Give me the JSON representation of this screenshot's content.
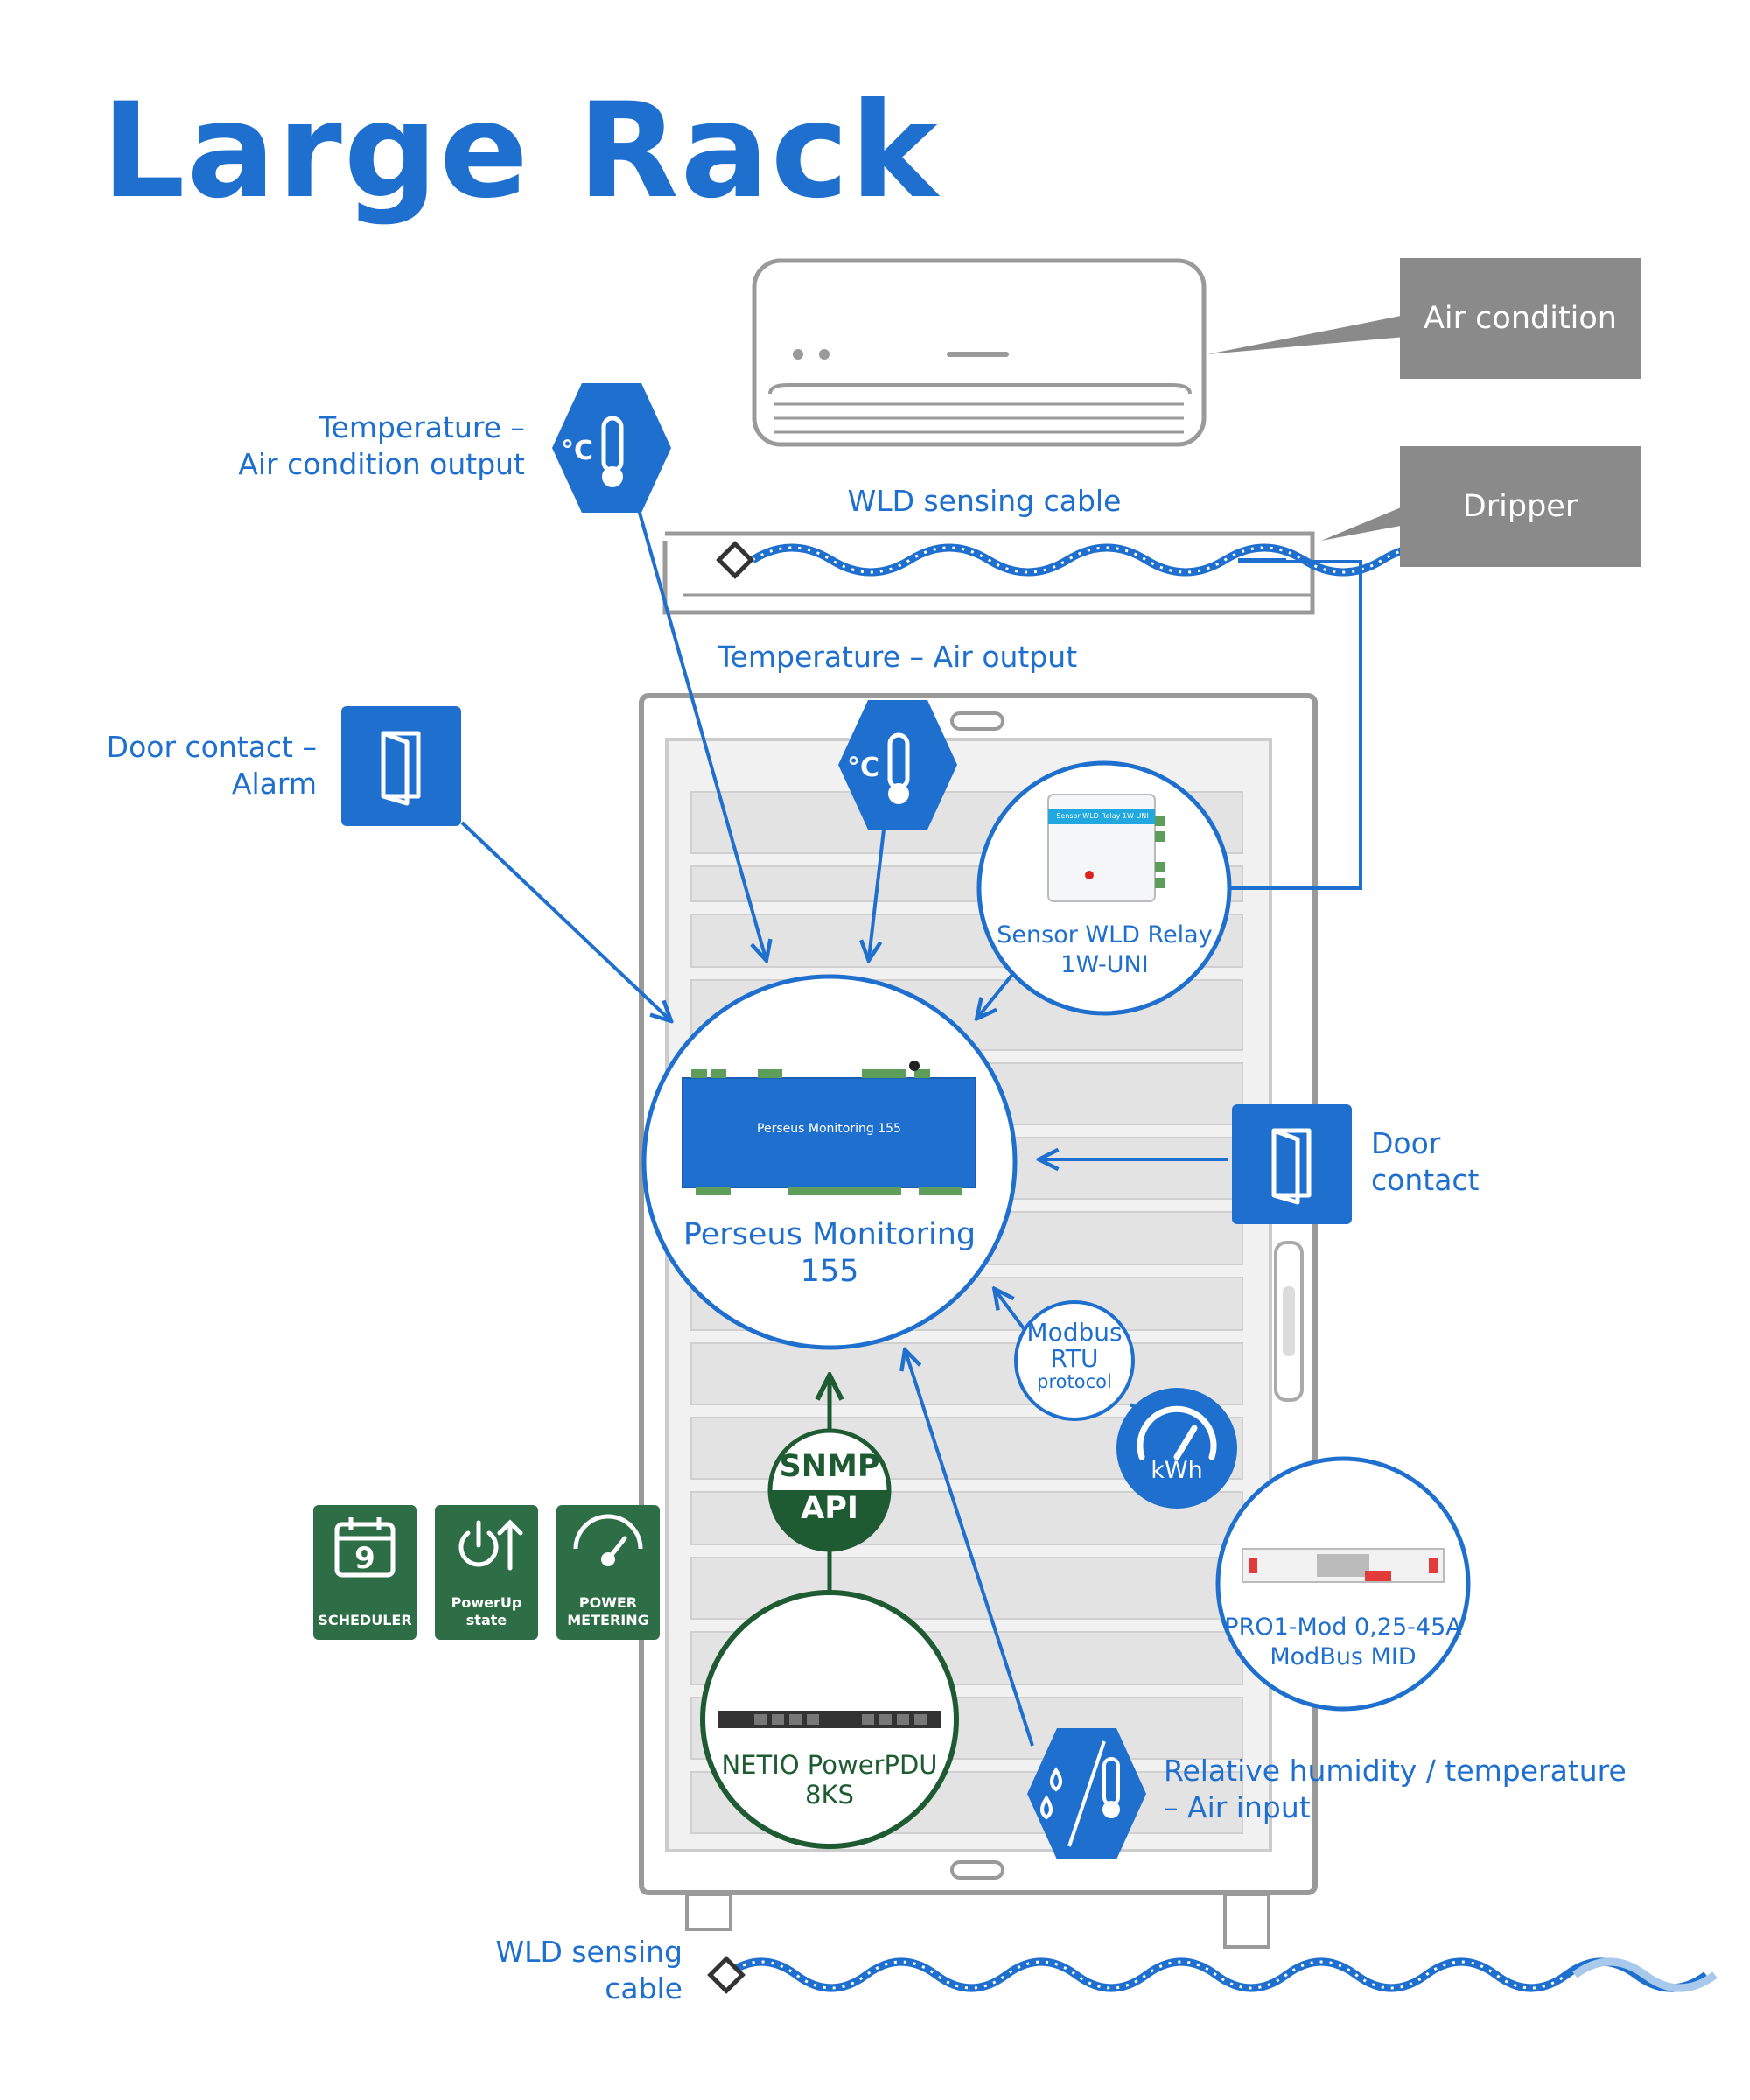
{
  "title": "Large Rack",
  "air_condition_label": "Air condition",
  "dripper_label": "Dripper",
  "wld_top_label": "WLD sensing cable",
  "temp_ac_output": [
    "Temperature –",
    "Air condition output"
  ],
  "temp_air_output": "Temperature – Air output",
  "door_alarm": [
    "Door contact –",
    "Alarm"
  ],
  "door_contact": [
    "Door",
    "contact"
  ],
  "sensor_wld": [
    "Sensor WLD Relay",
    "1W-UNI"
  ],
  "sensor_wld_device_text": "Sensor WLD Relay 1W-UNI",
  "perseus": [
    "Perseus Monitoring",
    "155"
  ],
  "perseus_device_text": "Perseus Monitoring 155",
  "modbus": [
    "Modbus",
    "RTU",
    "protocol"
  ],
  "kwh": "kWh",
  "pro1": [
    "PRO1-Mod 0,25-45A",
    "ModBus MID"
  ],
  "snmp": [
    "SNMP",
    "API"
  ],
  "netio": [
    "NETIO PowerPDU",
    "8KS"
  ],
  "humidity": [
    "Relative humidity / temperature",
    "– Air input"
  ],
  "wld_bottom_label": [
    "WLD sensing",
    "cable"
  ],
  "tiles": [
    {
      "caption": [
        "SCHEDULER"
      ],
      "icon": "calendar-icon",
      "icon_text": "9"
    },
    {
      "caption": [
        "PowerUp",
        "state"
      ],
      "icon": "power-up-icon"
    },
    {
      "caption": [
        "POWER",
        "METERING"
      ],
      "icon": "gauge-icon"
    }
  ],
  "colors": {
    "blue": "#1f6fcf",
    "green": "#1e5a32",
    "gray": "#8a8a8a"
  }
}
